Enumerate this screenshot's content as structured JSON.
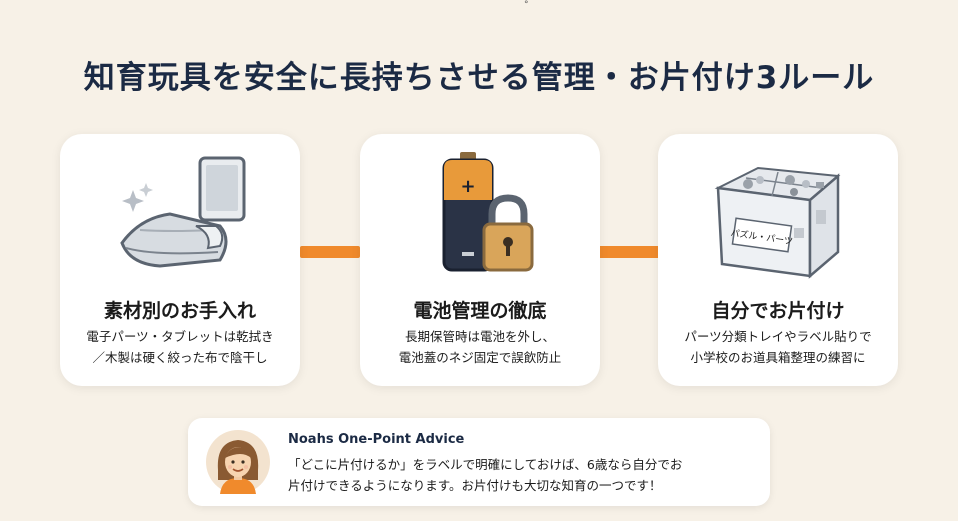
{
  "header": {
    "title": "知育玩具を安全に長持ちさせる管理・お片付け3ルール",
    "top_mark": "°"
  },
  "cards": [
    {
      "title": "素材別のお手入れ",
      "lines": [
        "電子パーツ・タブレットは乾拭き",
        "／木製は硬く絞った布で陰干し"
      ],
      "icon": "cloth-tablet-icon"
    },
    {
      "title": "電池管理の徹底",
      "lines": [
        "長期保管時は電池を外し、",
        "電池蓋のネジ固定で誤飲防止"
      ],
      "icon": "battery-lock-icon",
      "battery_mark": "+"
    },
    {
      "title": "自分でお片付け",
      "lines": [
        "パーツ分類トレイやラベル貼りで",
        "小学校のお道具箱整理の練習に"
      ],
      "icon": "storage-box-icon",
      "box_label": "パズル・パーツ"
    }
  ],
  "advice": {
    "title": "Noahs One-Point Advice",
    "lines": [
      "「どこに片付けるか」をラベルで明確にしておけば、6歳なら自分でお",
      "片付けできるようになります。お片付けも大切な知育の一つです！"
    ],
    "avatar_icon": "advisor-avatar-icon"
  },
  "colors": {
    "background": "#f7f1e7",
    "accent": "#f08a2c",
    "title": "#1b2a44",
    "card": "#ffffff"
  }
}
